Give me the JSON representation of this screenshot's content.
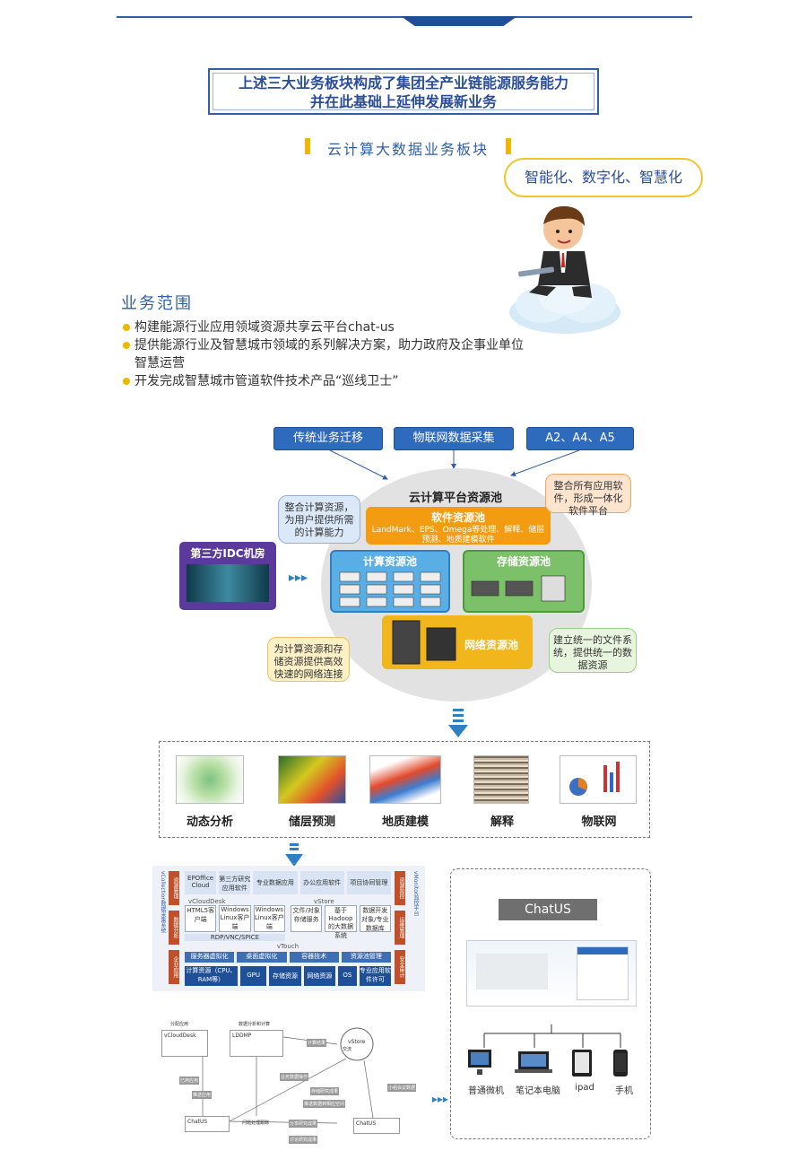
{
  "headline": {
    "line1": "上述三大业务板块构成了集团全产业链能源服务能力",
    "line2": "并在此基础上延伸发展新业务"
  },
  "section_title": "云计算大数据业务板块",
  "bubble": "智能化、数字化、智慧化",
  "scope": {
    "title": "业务范围",
    "items": [
      "构建能源行业应用领域资源共享云平台chat-us",
      "提供能源行业及智慧城市领域的系列解决方案，助力政府及企事业单位智慧运营",
      "开发完成智慧城市管道软件技术产品“巡线卫士”"
    ]
  },
  "inputs": [
    "传统业务迁移",
    "物联网数据采集",
    "A2、A4、A5"
  ],
  "platform": {
    "title": "云计算平台资源池",
    "software_pool": "软件资源池",
    "software_desc": "LandMark、EPS、Omega等处理、解释、储层预测、地质建模软件",
    "compute_pool": "计算资源池",
    "storage_pool": "存储资源池",
    "network_pool": "网络资源池",
    "idc": "第三方IDC机房"
  },
  "callouts": {
    "compute": "整合计算资源，为用户提供所需的计算能力",
    "software": "整合所有应用软件，形成一体化软件平台",
    "network": "为计算资源和存储资源提供高效快速的网络连接",
    "storage": "建立统一的文件系统，提供统一的数据资源"
  },
  "apps": [
    "动态分析",
    "储层预测",
    "地质建模",
    "解释",
    "物联网"
  ],
  "arch": {
    "left_labels": [
      "资源管理",
      "数据分析",
      "企业应用"
    ],
    "right_labels": [
      "资源监控",
      "运维管理",
      "安全审计"
    ],
    "left_vertical": "vCollection数据采集系统",
    "right_vertical": "vMonitor监控平台",
    "row1": [
      "EPOffice Cloud",
      "第三方研究应用软件",
      "专业数据应用",
      "办公应用软件",
      "项目协同管理"
    ],
    "vclouddesk": "vCloudDesk",
    "vstore": "vStore",
    "desk_items": [
      "HTML5客户端",
      "Windows Linux客户端",
      "Windows Linux客户端"
    ],
    "store_items": [
      "文件/对象存储服务",
      "基于Hadoop的大数据系统",
      "数据开发对象/专业数据库"
    ],
    "rdp": "RDP/VNC/SPICE",
    "vtouch": "vTouch",
    "virt": [
      "服务器虚拟化",
      "桌面虚拟化",
      "容器技术",
      "资源池管理"
    ],
    "bottom": [
      "计算资源（CPU、RAM等）",
      "GPU",
      "存储资源",
      "网络资源",
      "OS",
      "专业应用软件许可"
    ]
  },
  "chatus": {
    "title": "ChatUS",
    "devices": [
      "普通微机",
      "笔记本电脑",
      "ipad",
      "手机"
    ]
  },
  "flow": {
    "nodes": [
      "vCloudDesk",
      "LDDMP",
      "vStore",
      "ChatUS",
      "ChatUS"
    ],
    "steps": [
      "分配应用",
      "数据分析和计算",
      "计算结果",
      "已用应用",
      "推送应用",
      "业务数据操作",
      "存储研究成果",
      "推送数据到相应空间",
      "分享研究成果",
      "讨论研究成果",
      "交流",
      "小组会议数据",
      "问题处理跟踪"
    ]
  }
}
